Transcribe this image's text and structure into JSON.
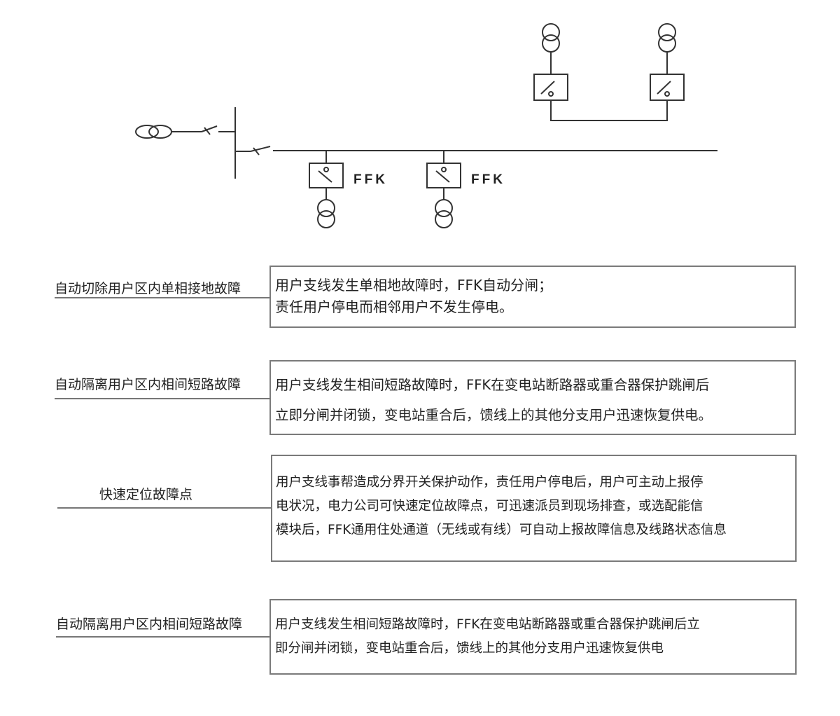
{
  "diagram": {
    "switch_labels": [
      "FFK",
      "FFK"
    ]
  },
  "rows": [
    {
      "label": "自动切除用户区内单相接地故障",
      "lines": [
        "用户支线发生单相地故障时，FFK自动分闸；",
        "责任用户停电而相邻用户不发生停电。"
      ]
    },
    {
      "label": "自动隔离用户区内相间短路故障",
      "lines": [
        "用户支线发生相间短路故障时，FFK在变电站断路器或重合器保护跳闸后",
        "立即分闸并闭锁，变电站重合后，馈线上的其他分支用户迅速恢复供电。"
      ]
    },
    {
      "label": "快速定位故障点",
      "lines": [
        "用户支线事帮造成分界开关保护动作，责任用户停电后，用户可主动上报停",
        "电状况，电力公司可快速定位故障点，可迅速派员到现场排查，或选配能信",
        "模块后，FFK通用住处通道（无线或有线）可自动上报故障信息及线路状态信息"
      ]
    },
    {
      "label": "自动隔离用户区内相间短路故障",
      "lines": [
        "用户支线发生相间短路故障时，FFK在变电站断路器或重合器保护跳闸后立",
        "即分闸并闭锁，变电站重合后，馈线上的其他分支用户迅速恢复供电"
      ]
    }
  ]
}
